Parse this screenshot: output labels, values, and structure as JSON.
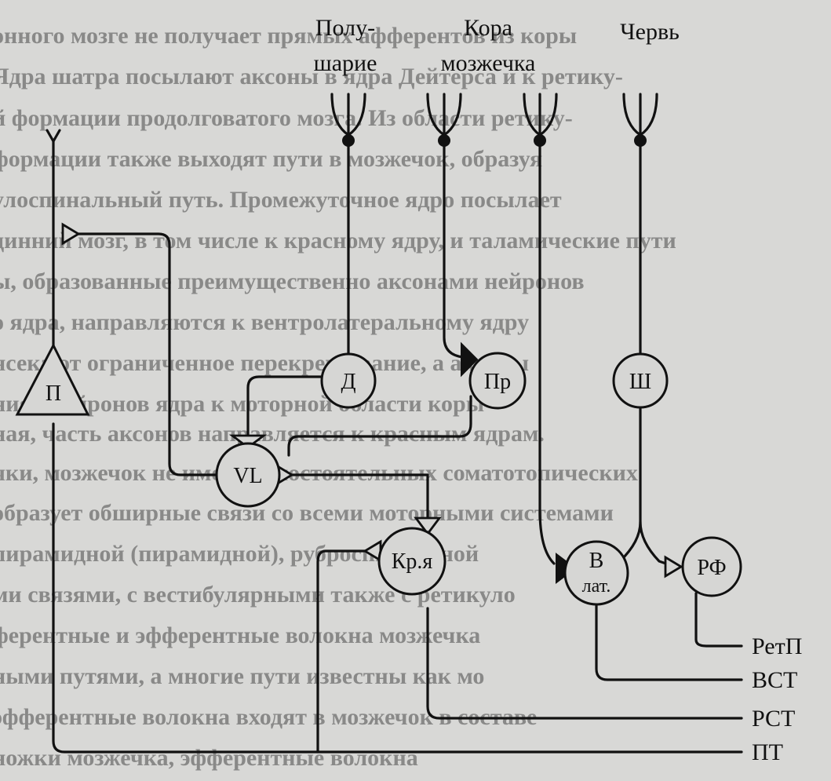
{
  "background_text": [
    "онного мозге не получает прямых афферентов из коры",
    "Ядра шатра посылают аксоны в ядра Дейтерса и к ретику-",
    "й формации продолговатого мозга. Из области ретику-",
    "формации также выходят пути в мозжечок, образуя",
    "улоспинальный путь. Промежуточное ядро посылает",
    "динний мозг, в том числе к красному ядру, и таламические пути",
    "ы, образованные преимущественно аксонами нейронов",
    "о ядра, направляются к вентролатеральному ядру",
    "нсекают ограниченное перекрещивание, а аксоны",
    "ниях нейронов ядра к моторной области коры",
    "ная, часть аксонов направляется к красным ядрам.",
    "чки, мозжечок не имеет самостоятельных соматотопических",
    "образует обширные связи со всеми моторными системами",
    "пирамидной (пирамидной), руброспинальной",
    "ми связями, с вестибулярными также с ретикуло",
    "ферентные и эфферентные волокна мозжечка",
    "ными путями, а многие пути известны как мо",
    "эфферентные волокна входят в мозжечок в составе",
    "ножки мозжечка, эфферентные волокна"
  ],
  "top_labels": {
    "hemisphere_line1": "Полу-",
    "hemisphere_line2": "шарие",
    "cortex_line1": "Кора",
    "cortex_line2": "мозжечка",
    "vermis": "Червь"
  },
  "nodes": {
    "pyramid": "П",
    "dentate": "Д",
    "interpositus": "Пр",
    "fastigial": "Ш",
    "vl": "VL",
    "red_nucleus": "Кр.я",
    "lateral_vestibular_line1": "В",
    "lateral_vestibular_line2": "лат.",
    "reticular_formation": "РФ"
  },
  "tract_labels": {
    "retp": "РетП",
    "vst": "ВСТ",
    "rst": "РСТ",
    "pt": "ПТ"
  }
}
